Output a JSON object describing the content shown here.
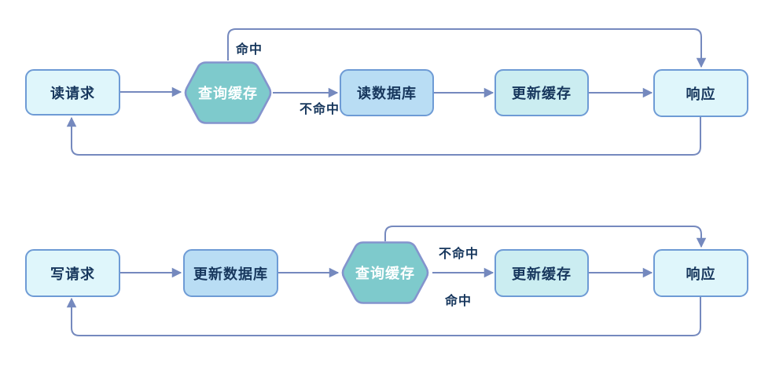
{
  "diagram": {
    "colors": {
      "line": "#7589BE",
      "node_border": "#6E9BD5",
      "pale_fill": "#DFF6FB",
      "teal_fill": "#CBEDF1",
      "blue_fill": "#B9DDF4",
      "hex_fill": "#7ECACC",
      "hex_border": "#8494CD",
      "text": "#17375D"
    },
    "read_flow": {
      "nodes": {
        "read_request": "读请求",
        "query_cache": "查询缓存",
        "read_db": "读数据库",
        "update_cache": "更新缓存",
        "response": "响应"
      },
      "edge_labels": {
        "hit": "命中",
        "miss": "不命中"
      }
    },
    "write_flow": {
      "nodes": {
        "write_request": "写请求",
        "update_db": "更新数据库",
        "query_cache": "查询缓存",
        "update_cache": "更新缓存",
        "response": "响应"
      },
      "edge_labels": {
        "miss": "不命中",
        "hit": "命中"
      }
    }
  }
}
